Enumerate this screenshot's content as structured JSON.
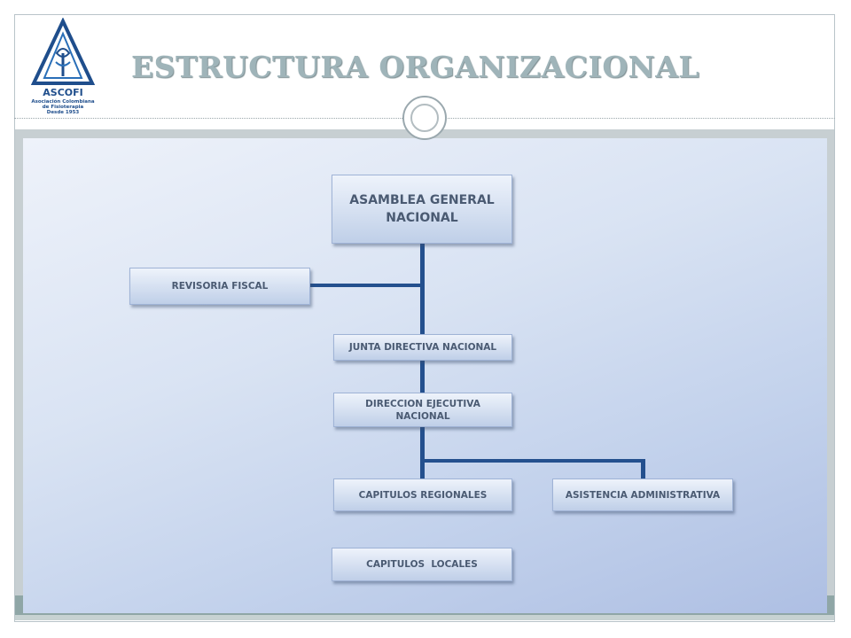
{
  "header": {
    "title": "ESTRUCTURA ORGANIZACIONAL",
    "logo": {
      "name": "ASCOFI",
      "subtitle_line1": "Asociación Colombiana",
      "subtitle_line2": "de Fisioterapia",
      "subtitle_line3": "Desde 1953"
    }
  },
  "org_chart": {
    "asamblea": "ASAMBLEA GENERAL\nNACIONAL",
    "revisoria": "REVISORIA FISCAL",
    "junta": "JUNTA DIRECTIVA NACIONAL",
    "direccion": "DIRECCION EJECUTIVA\nNACIONAL",
    "capitulos_regionales": "CAPITULOS REGIONALES",
    "asistencia": "ASISTENCIA ADMINISTRATIVA",
    "capitulos_locales": "CAPITULOS  LOCALES"
  },
  "colors": {
    "connector": "#24508e",
    "title": "#9fb4b9",
    "box_text": "#4a5a72"
  }
}
